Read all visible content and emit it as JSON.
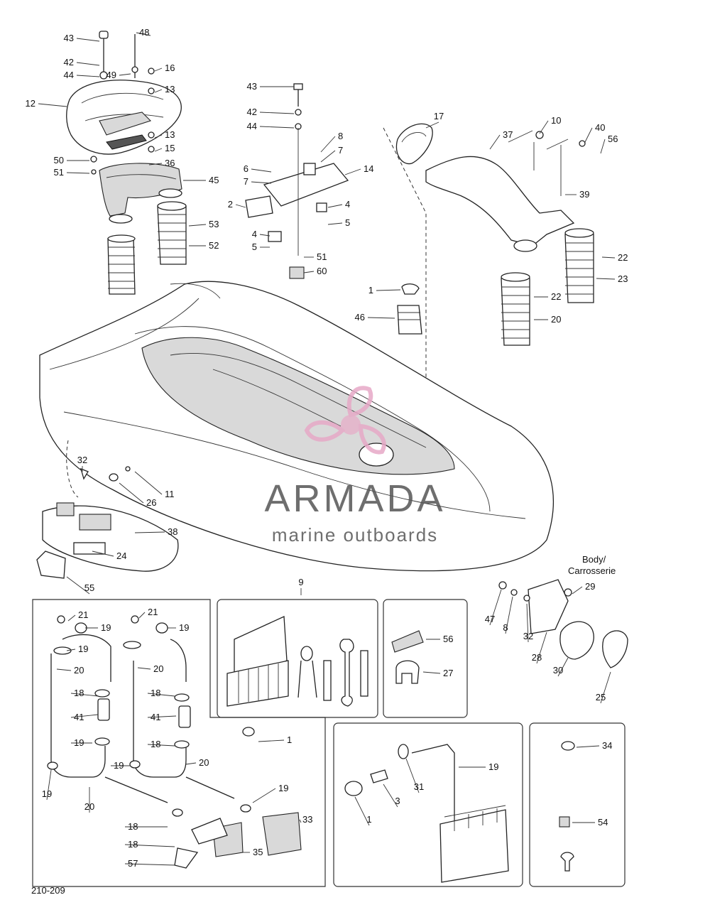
{
  "diagram_code": "210-209",
  "body_label_line1": "Body/",
  "body_label_line2": "Carrosserie",
  "watermark": {
    "brand": "ARMADA",
    "tagline": "marine outboards",
    "color": "#e7a9c7"
  },
  "callouts": [
    "43",
    "48",
    "42",
    "44",
    "49",
    "16",
    "13",
    "12",
    "13",
    "15",
    "50",
    "36",
    "51",
    "45",
    "53",
    "52",
    "43",
    "42",
    "44",
    "8",
    "7",
    "6",
    "7",
    "14",
    "2",
    "4",
    "4",
    "5",
    "5",
    "51",
    "60",
    "17",
    "37",
    "10",
    "40",
    "56",
    "39",
    "22",
    "23",
    "1",
    "46",
    "22",
    "20",
    "32",
    "26",
    "11",
    "38",
    "24",
    "55",
    "9",
    "21",
    "19",
    "19",
    "20",
    "18",
    "41",
    "19",
    "19",
    "20",
    "21",
    "19",
    "20",
    "18",
    "41",
    "18",
    "19",
    "20",
    "1",
    "19",
    "18",
    "33",
    "18",
    "35",
    "57",
    "56",
    "27",
    "47",
    "8",
    "32",
    "29",
    "28",
    "30",
    "25",
    "19",
    "31",
    "3",
    "1",
    "34",
    "54"
  ]
}
